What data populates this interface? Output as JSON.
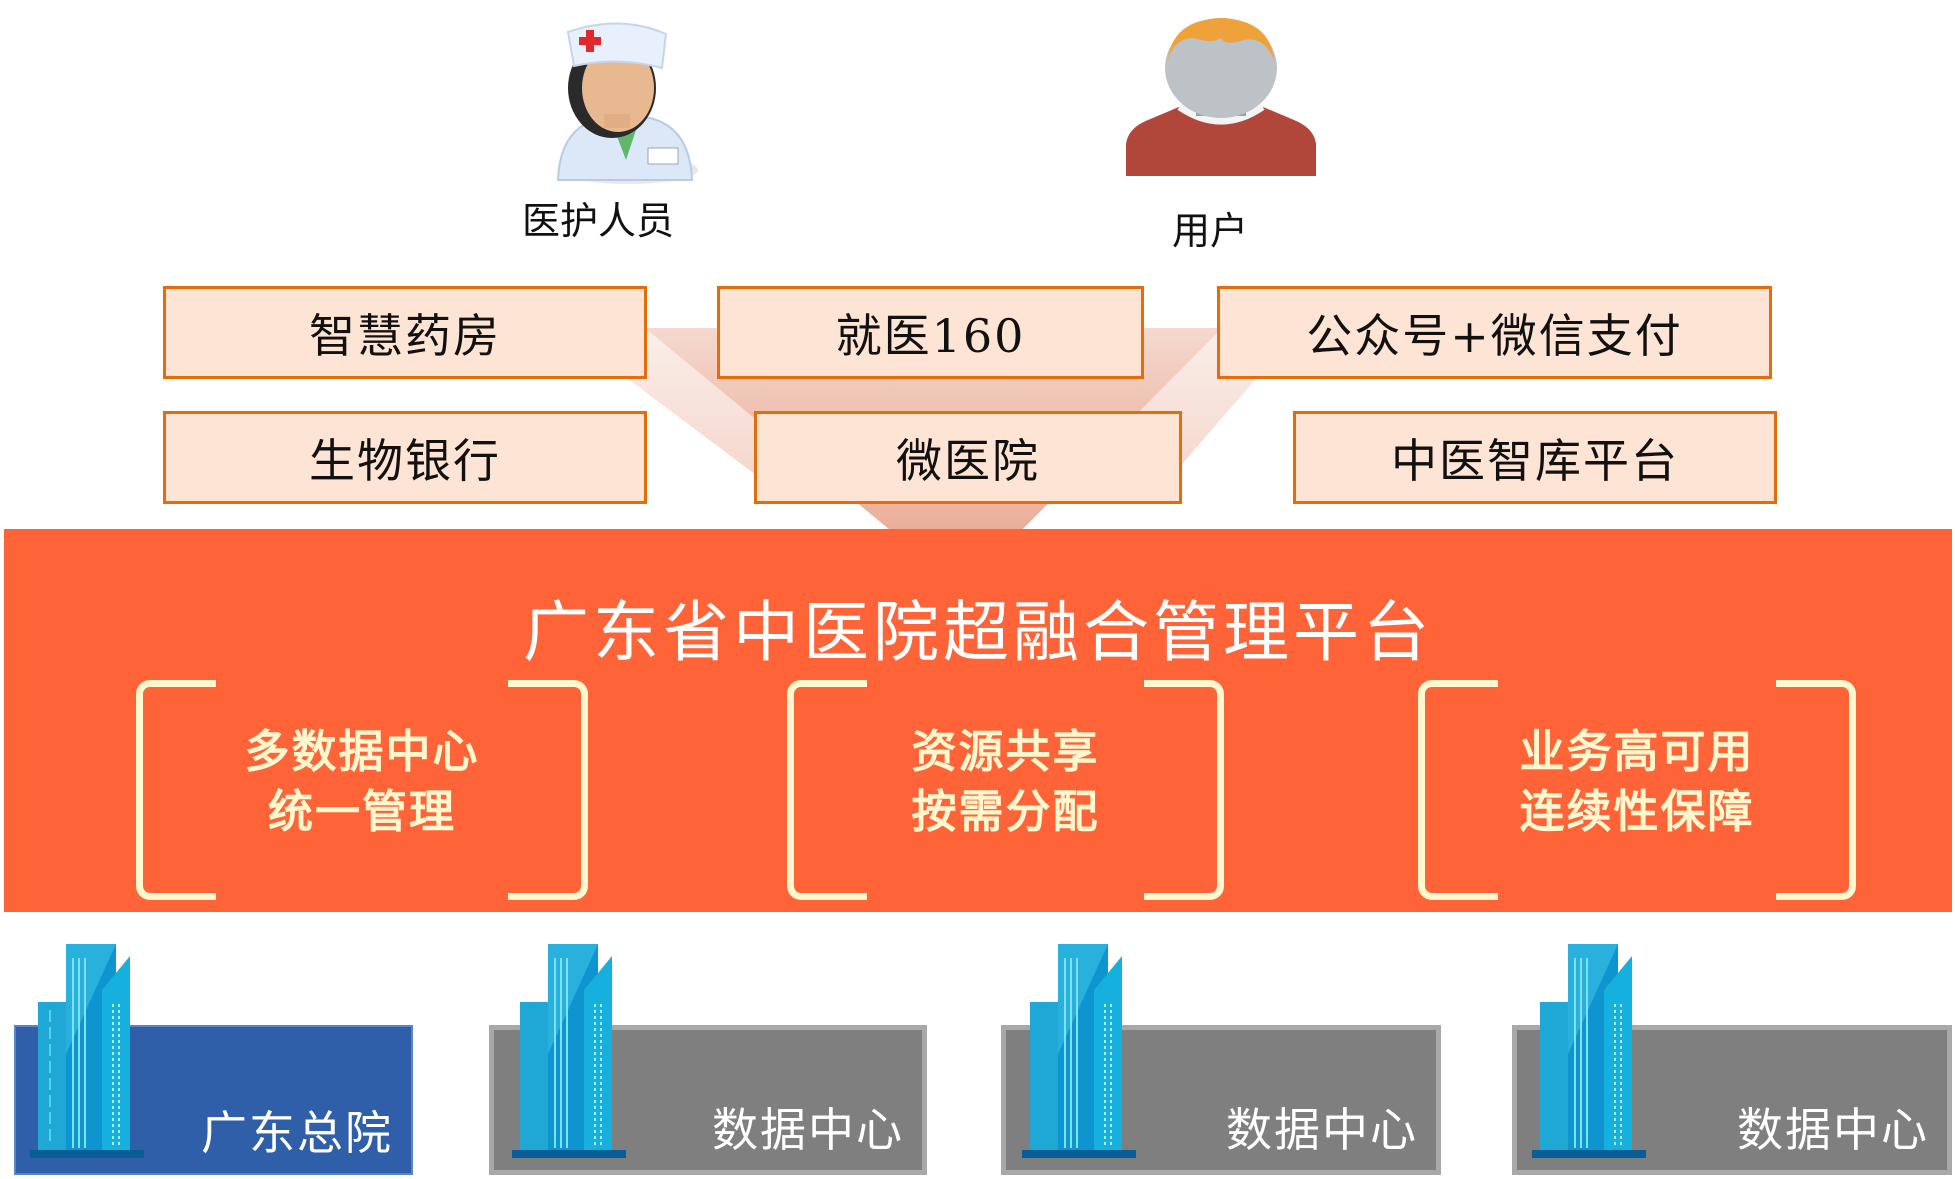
{
  "actors": [
    {
      "id": "medical-staff",
      "label": "医护人员",
      "icon": "nurse-icon"
    },
    {
      "id": "user",
      "label": "用户",
      "icon": "user-icon"
    }
  ],
  "services": {
    "row1": [
      {
        "label": "智慧药房"
      },
      {
        "label": "就医160"
      },
      {
        "label": "公众号+微信支付"
      }
    ],
    "row2": [
      {
        "label": "生物银行"
      },
      {
        "label": "微医院"
      },
      {
        "label": "中医智库平台"
      }
    ]
  },
  "platform": {
    "title": "广东省中医院超融合管理平台",
    "features": [
      {
        "line1": "多数据中心",
        "line2": "统一管理"
      },
      {
        "line1": "资源共享",
        "line2": "按需分配"
      },
      {
        "line1": "业务高可用",
        "line2": "连续性保障"
      }
    ]
  },
  "datacenters": [
    {
      "label": "广东总院",
      "type": "primary",
      "icon": "building-icon"
    },
    {
      "label": "数据中心",
      "type": "secondary",
      "icon": "building-icon"
    },
    {
      "label": "数据中心",
      "type": "secondary",
      "icon": "building-icon"
    },
    {
      "label": "数据中心",
      "type": "secondary",
      "icon": "building-icon"
    }
  ],
  "colors": {
    "banner": "#FF6338",
    "service_fill": "#FDE4D5",
    "service_border": "#E46C0A",
    "feature_text": "#FFF8CF",
    "primary_dc": "#2E5FA8",
    "secondary_dc": "#7F7F7F",
    "funnel": "#E9A58E"
  }
}
